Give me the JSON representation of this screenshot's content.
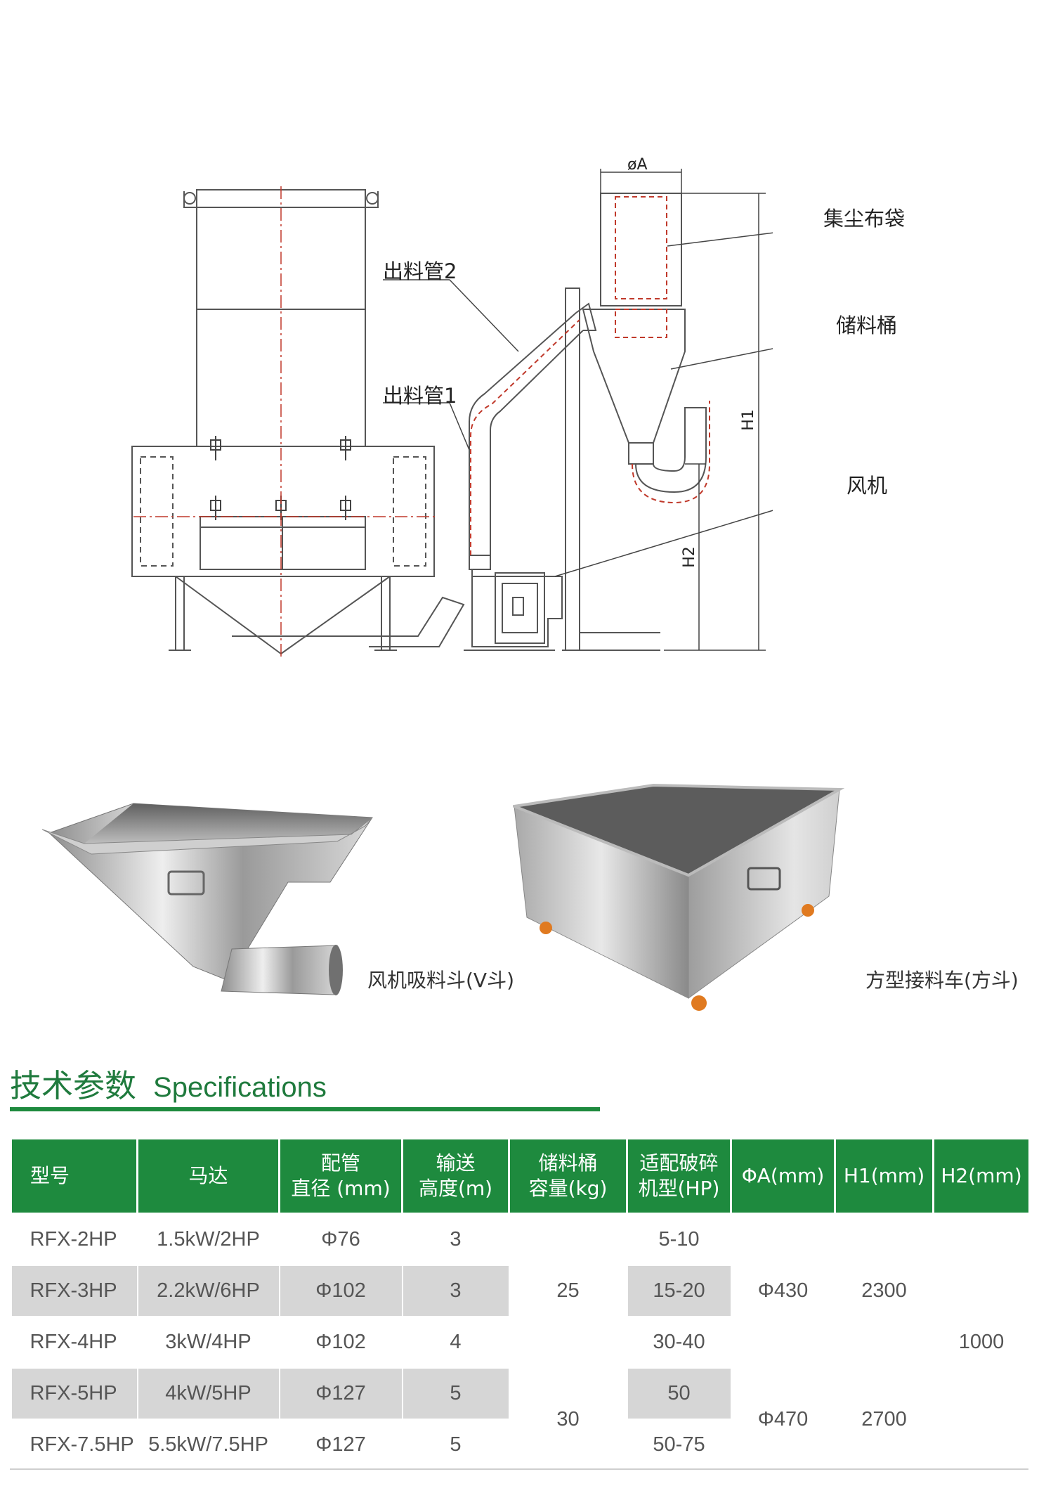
{
  "diagram": {
    "labels": {
      "dust_bag": "集尘布袋",
      "storage_bin": "储料桶",
      "outlet_pipe_2": "出料管2",
      "outlet_pipe_1": "出料管1",
      "fan": "风机",
      "dim_a": "øA",
      "dim_h1": "H1",
      "dim_h2": "H2"
    }
  },
  "products": {
    "hopper_caption": "风机吸料斗(V斗)",
    "cart_caption": "方型接料车(方斗)"
  },
  "section": {
    "title_cn": "技术参数",
    "title_en": "Specifications"
  },
  "table": {
    "headers": [
      {
        "l1": "型号",
        "l2": ""
      },
      {
        "l1": "马达",
        "l2": ""
      },
      {
        "l1": "配管",
        "l2": "直径 (mm)"
      },
      {
        "l1": "输送",
        "l2": "高度(m)"
      },
      {
        "l1": "储料桶",
        "l2": "容量(kg)"
      },
      {
        "l1": "适配破碎",
        "l2": "机型(HP)"
      },
      {
        "l1": "ΦA(mm)",
        "l2": ""
      },
      {
        "l1": "H1(mm)",
        "l2": ""
      },
      {
        "l1": "H2(mm)",
        "l2": ""
      }
    ],
    "rows": [
      {
        "model": "RFX-2HP",
        "motor": "1.5kW/2HP",
        "pipe": "Φ76",
        "height": "3",
        "breaker": "5-10"
      },
      {
        "model": "RFX-3HP",
        "motor": "2.2kW/6HP",
        "pipe": "Φ102",
        "height": "3",
        "breaker": "15-20"
      },
      {
        "model": "RFX-4HP",
        "motor": "3kW/4HP",
        "pipe": "Φ102",
        "height": "4",
        "breaker": "30-40"
      },
      {
        "model": "RFX-5HP",
        "motor": "4kW/5HP",
        "pipe": "Φ127",
        "height": "5",
        "breaker": "50"
      },
      {
        "model": "RFX-7.5HP",
        "motor": "5.5kW/7.5HP",
        "pipe": "Φ127",
        "height": "5",
        "breaker": "50-75"
      }
    ],
    "merged": {
      "capacity_a": "25",
      "capacity_b": "30",
      "phi_a_a": "Φ430",
      "phi_a_b": "Φ470",
      "h1_a": "2300",
      "h1_b": "2700",
      "h2": "1000"
    }
  }
}
